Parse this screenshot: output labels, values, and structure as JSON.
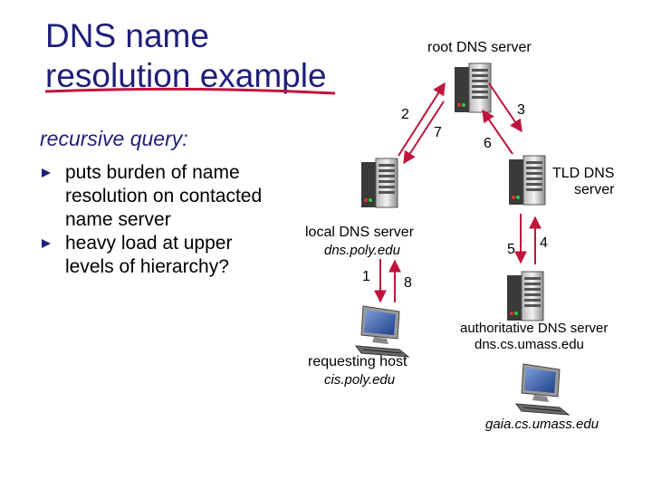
{
  "title": {
    "line1": "DNS name",
    "line2": "resolution example"
  },
  "subtitle": "recursive query:",
  "bullets": [
    "puts burden of name resolution on contacted name server",
    "heavy load at upper levels of hierarchy?"
  ],
  "nodes": {
    "root": {
      "label": "root DNS server"
    },
    "tld": {
      "label_line1": "TLD DNS",
      "label_line2": "server"
    },
    "local": {
      "label": "local DNS server",
      "host": "dns.poly.edu"
    },
    "auth": {
      "label": "authoritative DNS server",
      "host": "dns.cs.umass.edu"
    },
    "requesting": {
      "label": "requesting host",
      "host": "cis.poly.edu"
    },
    "gaia": {
      "host": "gaia.cs.umass.edu"
    }
  },
  "steps": [
    "1",
    "2",
    "3",
    "4",
    "5",
    "6",
    "7",
    "8"
  ],
  "colors": {
    "title": "#1f1f7a",
    "arrow": "#c0143c",
    "underline": "#c0143c"
  }
}
